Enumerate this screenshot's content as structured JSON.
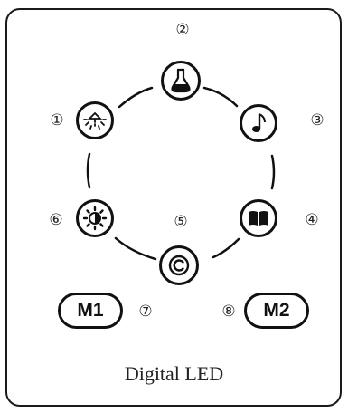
{
  "panel": {
    "caption": "Digital LED"
  },
  "buttons": [
    {
      "number": "①",
      "icon": "lamp-icon"
    },
    {
      "number": "②",
      "icon": "flask-icon"
    },
    {
      "number": "③",
      "icon": "music-note-icon"
    },
    {
      "number": "④",
      "icon": "book-icon"
    },
    {
      "number": "⑤",
      "icon": "copyright-icon"
    },
    {
      "number": "⑥",
      "icon": "brightness-icon"
    }
  ],
  "memory_buttons": [
    {
      "number": "⑦",
      "label": "M1"
    },
    {
      "number": "⑧",
      "label": "M2"
    }
  ]
}
